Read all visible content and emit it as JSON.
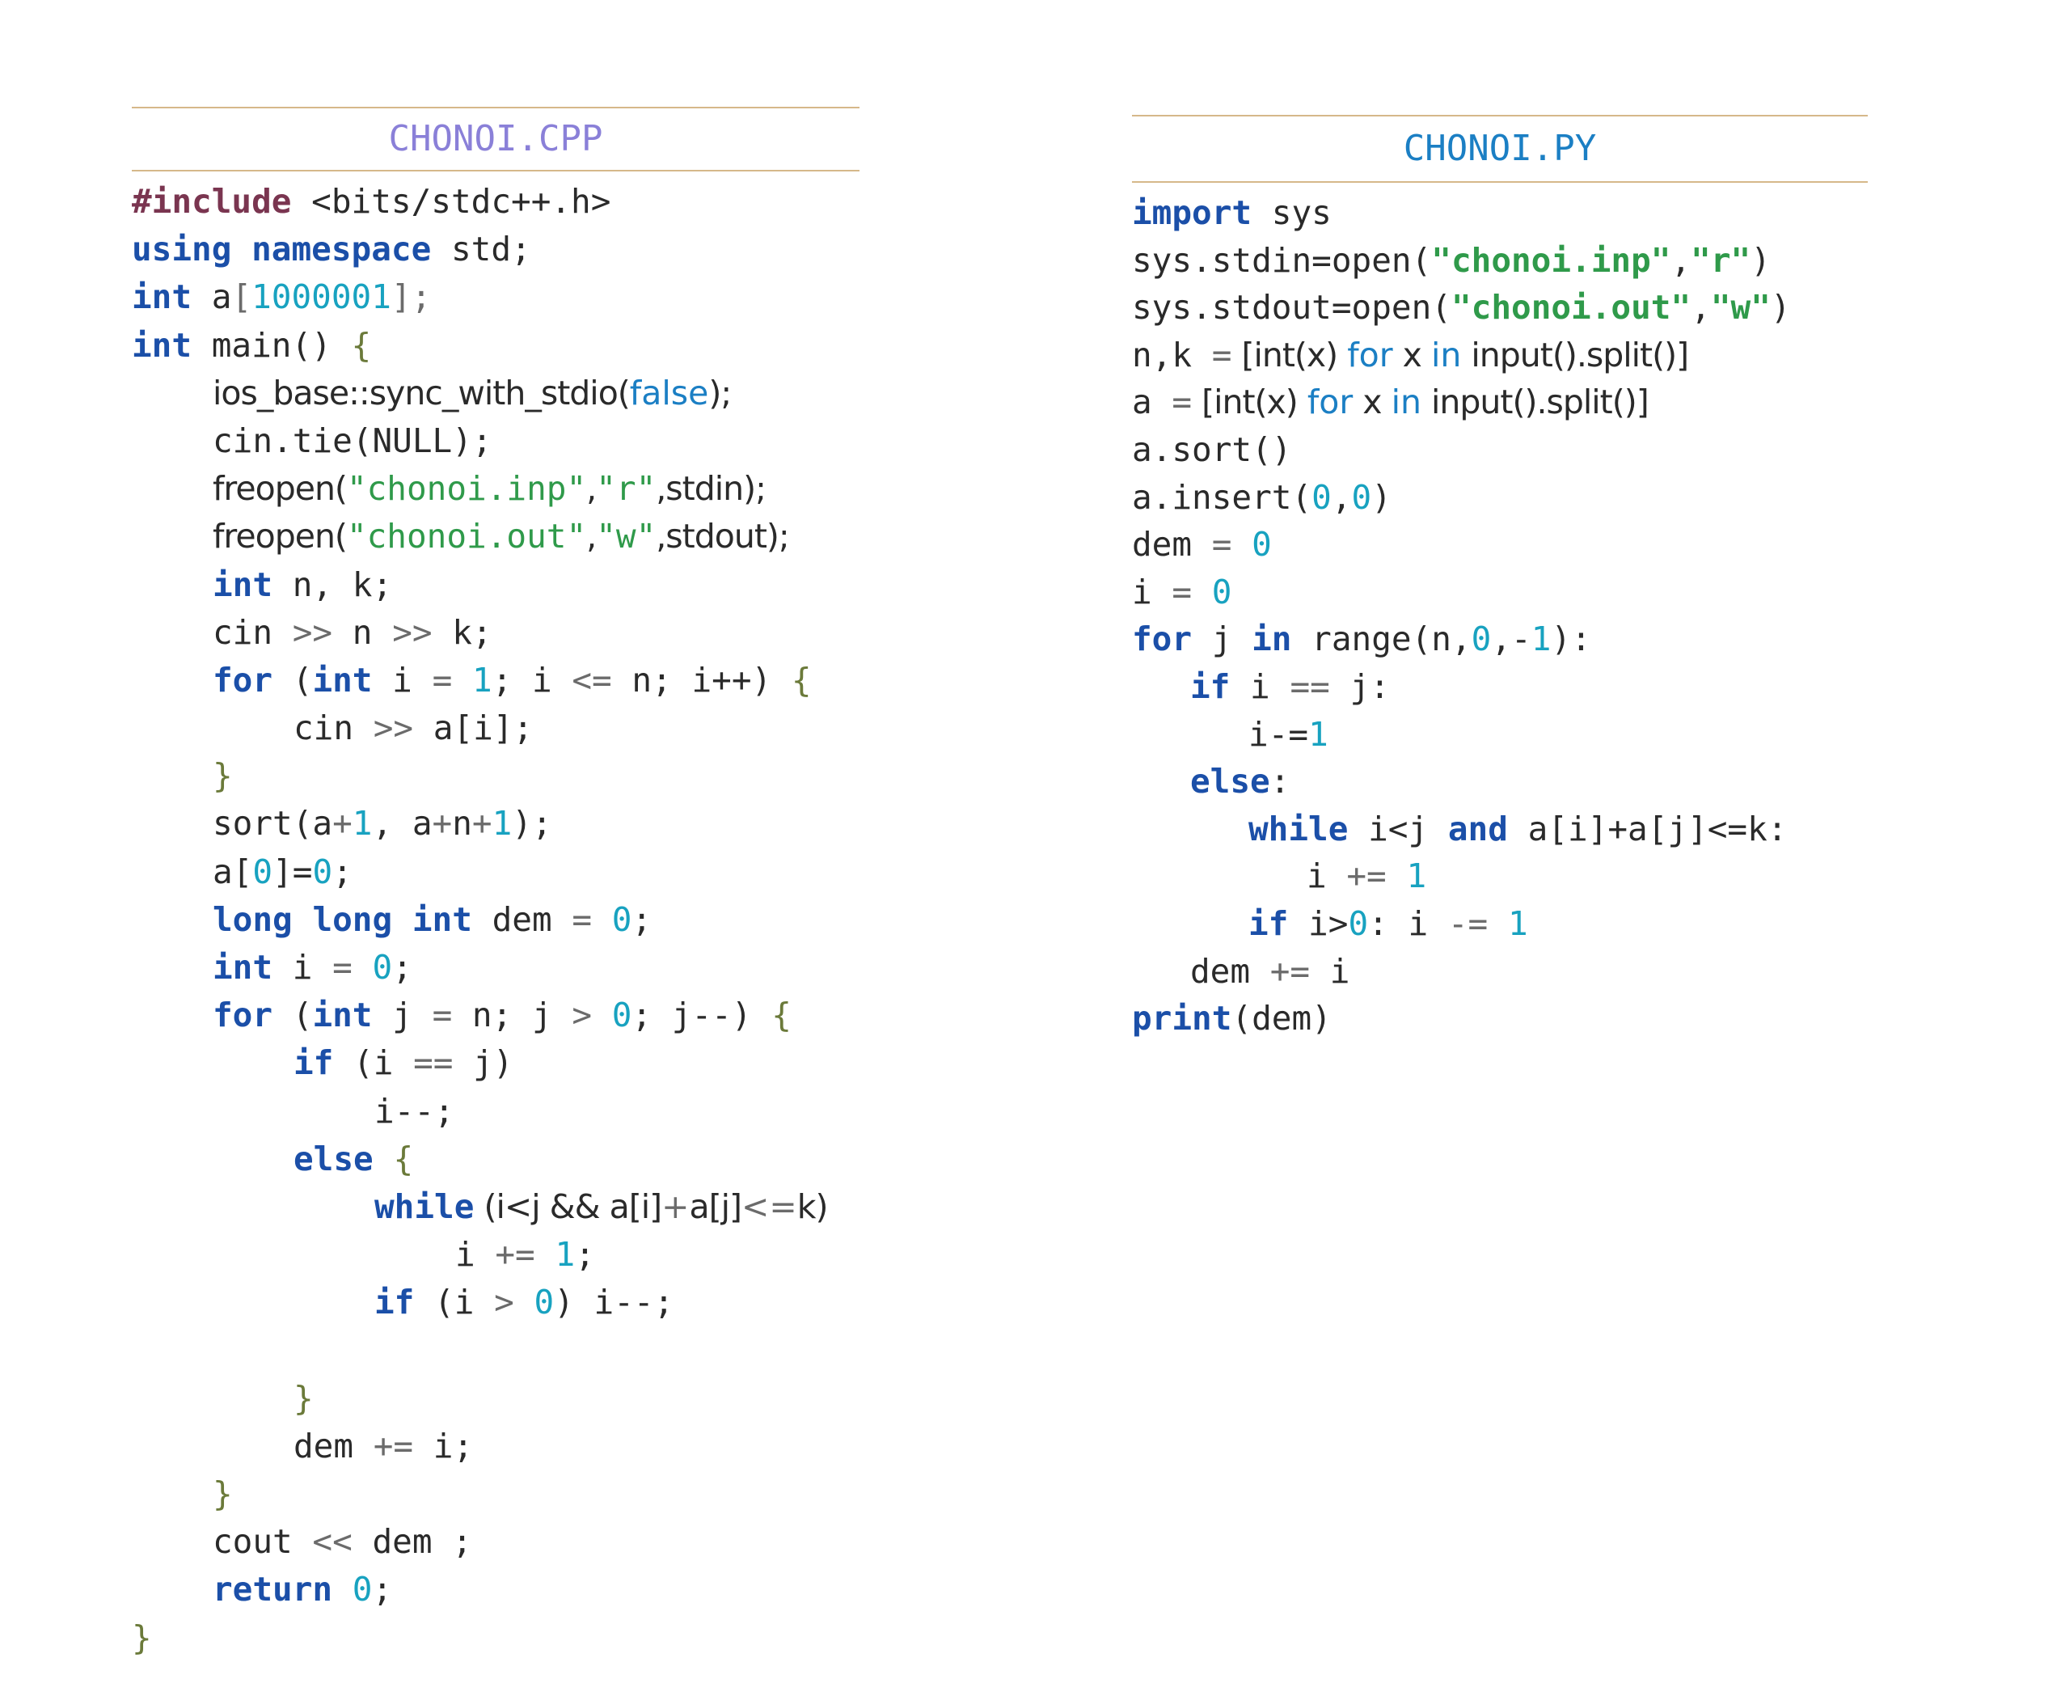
{
  "cpp": {
    "title": "CHONOI.CPP",
    "lines": [
      {
        "indent": 0,
        "tokens": [
          {
            "t": "#include",
            "c": "pp"
          },
          {
            "t": " <bits/stdc++.h>",
            "c": ""
          }
        ]
      },
      {
        "indent": 0,
        "tokens": [
          {
            "t": "using",
            "c": "kw"
          },
          {
            "t": " ",
            "c": ""
          },
          {
            "t": "namespace",
            "c": "kw"
          },
          {
            "t": " std;",
            "c": ""
          }
        ]
      },
      {
        "indent": 0,
        "tokens": [
          {
            "t": "int",
            "c": "kw"
          },
          {
            "t": " a",
            "c": ""
          },
          {
            "t": "[",
            "c": "op"
          },
          {
            "t": "1000001",
            "c": "num"
          },
          {
            "t": "];",
            "c": "op"
          }
        ]
      },
      {
        "indent": 0,
        "tokens": [
          {
            "t": "int",
            "c": "kw"
          },
          {
            "t": " main() ",
            "c": ""
          },
          {
            "t": "{",
            "c": "brace"
          }
        ]
      },
      {
        "indent": 1,
        "tokens": [
          {
            "t": "ios_base::sync_with_stdio(",
            "c": "sans"
          },
          {
            "t": "false",
            "c": "kwl"
          },
          {
            "t": ");",
            "c": "sans"
          }
        ]
      },
      {
        "indent": 1,
        "tokens": [
          {
            "t": "cin.tie(NULL);",
            "c": ""
          }
        ]
      },
      {
        "indent": 1,
        "tokens": [
          {
            "t": "freopen(",
            "c": "sans"
          },
          {
            "t": "\"chonoi.inp\"",
            "c": "str"
          },
          {
            "t": ",",
            "c": "sans"
          },
          {
            "t": "\"r\"",
            "c": "str"
          },
          {
            "t": ",stdin);",
            "c": "sans"
          }
        ]
      },
      {
        "indent": 1,
        "tokens": [
          {
            "t": "freopen(",
            "c": "sans"
          },
          {
            "t": "\"chonoi.out\"",
            "c": "str"
          },
          {
            "t": ",",
            "c": "sans"
          },
          {
            "t": "\"w\"",
            "c": "str"
          },
          {
            "t": ",stdout);",
            "c": "sans"
          }
        ]
      },
      {
        "indent": 1,
        "tokens": [
          {
            "t": "int",
            "c": "kw"
          },
          {
            "t": " n, k;",
            "c": ""
          }
        ]
      },
      {
        "indent": 1,
        "tokens": [
          {
            "t": "cin ",
            "c": ""
          },
          {
            "t": ">>",
            "c": "op"
          },
          {
            "t": " n ",
            "c": ""
          },
          {
            "t": ">>",
            "c": "op"
          },
          {
            "t": " k;",
            "c": ""
          }
        ]
      },
      {
        "indent": 1,
        "tokens": [
          {
            "t": "for",
            "c": "kw"
          },
          {
            "t": " (",
            "c": ""
          },
          {
            "t": "int",
            "c": "kw"
          },
          {
            "t": " i ",
            "c": ""
          },
          {
            "t": "=",
            "c": "op"
          },
          {
            "t": " ",
            "c": ""
          },
          {
            "t": "1",
            "c": "num"
          },
          {
            "t": "; i ",
            "c": ""
          },
          {
            "t": "<=",
            "c": "op"
          },
          {
            "t": " n; i++) ",
            "c": ""
          },
          {
            "t": "{",
            "c": "brace"
          }
        ]
      },
      {
        "indent": 2,
        "tokens": [
          {
            "t": "cin ",
            "c": ""
          },
          {
            "t": ">>",
            "c": "op"
          },
          {
            "t": " a[i];",
            "c": ""
          }
        ]
      },
      {
        "indent": 1,
        "tokens": [
          {
            "t": "}",
            "c": "brace"
          }
        ]
      },
      {
        "indent": 1,
        "tokens": [
          {
            "t": "sort(a",
            "c": ""
          },
          {
            "t": "+",
            "c": "op"
          },
          {
            "t": "1",
            "c": "num"
          },
          {
            "t": ", a",
            "c": ""
          },
          {
            "t": "+",
            "c": "op"
          },
          {
            "t": "n",
            "c": ""
          },
          {
            "t": "+",
            "c": "op"
          },
          {
            "t": "1",
            "c": "num"
          },
          {
            "t": ");",
            "c": ""
          }
        ]
      },
      {
        "indent": 1,
        "tokens": [
          {
            "t": "a[",
            "c": ""
          },
          {
            "t": "0",
            "c": "num"
          },
          {
            "t": "]=",
            "c": ""
          },
          {
            "t": "0",
            "c": "num"
          },
          {
            "t": ";",
            "c": ""
          }
        ]
      },
      {
        "indent": 1,
        "tokens": [
          {
            "t": "long",
            "c": "kw"
          },
          {
            "t": " ",
            "c": ""
          },
          {
            "t": "long",
            "c": "kw"
          },
          {
            "t": " ",
            "c": ""
          },
          {
            "t": "int",
            "c": "kw"
          },
          {
            "t": " dem ",
            "c": ""
          },
          {
            "t": "=",
            "c": "op"
          },
          {
            "t": " ",
            "c": ""
          },
          {
            "t": "0",
            "c": "num"
          },
          {
            "t": ";",
            "c": ""
          }
        ]
      },
      {
        "indent": 1,
        "tokens": [
          {
            "t": "int",
            "c": "kw"
          },
          {
            "t": " i ",
            "c": ""
          },
          {
            "t": "=",
            "c": "op"
          },
          {
            "t": " ",
            "c": ""
          },
          {
            "t": "0",
            "c": "num"
          },
          {
            "t": ";",
            "c": ""
          }
        ]
      },
      {
        "indent": 1,
        "tokens": [
          {
            "t": "for",
            "c": "kw"
          },
          {
            "t": " (",
            "c": ""
          },
          {
            "t": "int",
            "c": "kw"
          },
          {
            "t": " j ",
            "c": ""
          },
          {
            "t": "=",
            "c": "op"
          },
          {
            "t": " n; j ",
            "c": ""
          },
          {
            "t": ">",
            "c": "op"
          },
          {
            "t": " ",
            "c": ""
          },
          {
            "t": "0",
            "c": "num"
          },
          {
            "t": "; j--) ",
            "c": ""
          },
          {
            "t": "{",
            "c": "brace"
          }
        ]
      },
      {
        "indent": 2,
        "tokens": [
          {
            "t": "if",
            "c": "kw"
          },
          {
            "t": " (i ",
            "c": ""
          },
          {
            "t": "==",
            "c": "op"
          },
          {
            "t": " j)",
            "c": ""
          }
        ]
      },
      {
        "indent": 3,
        "tokens": [
          {
            "t": "i--;",
            "c": ""
          }
        ]
      },
      {
        "indent": 2,
        "tokens": [
          {
            "t": "else",
            "c": "kw"
          },
          {
            "t": " ",
            "c": ""
          },
          {
            "t": "{",
            "c": "brace"
          }
        ]
      },
      {
        "indent": 3,
        "tokens": [
          {
            "t": "while",
            "c": "kw"
          },
          {
            "t": " (i<j && a[i]",
            "c": "sans"
          },
          {
            "t": "+",
            "c": "sansop"
          },
          {
            "t": "a[j]",
            "c": "sans"
          },
          {
            "t": "<=",
            "c": "sansop"
          },
          {
            "t": "k)",
            "c": "sans"
          }
        ]
      },
      {
        "indent": 4,
        "tokens": [
          {
            "t": "i ",
            "c": ""
          },
          {
            "t": "+=",
            "c": "op"
          },
          {
            "t": " ",
            "c": ""
          },
          {
            "t": "1",
            "c": "num"
          },
          {
            "t": ";",
            "c": ""
          }
        ]
      },
      {
        "indent": 3,
        "tokens": [
          {
            "t": "if",
            "c": "kw"
          },
          {
            "t": " (i ",
            "c": ""
          },
          {
            "t": ">",
            "c": "op"
          },
          {
            "t": " ",
            "c": ""
          },
          {
            "t": "0",
            "c": "num"
          },
          {
            "t": ") i--;",
            "c": ""
          }
        ]
      },
      {
        "indent": 0,
        "tokens": []
      },
      {
        "indent": 2,
        "tokens": [
          {
            "t": "}",
            "c": "brace"
          }
        ]
      },
      {
        "indent": 2,
        "tokens": [
          {
            "t": "dem ",
            "c": ""
          },
          {
            "t": "+=",
            "c": "op"
          },
          {
            "t": " i;",
            "c": ""
          }
        ]
      },
      {
        "indent": 1,
        "tokens": [
          {
            "t": "}",
            "c": "brace"
          }
        ]
      },
      {
        "indent": 1,
        "tokens": [
          {
            "t": "cout ",
            "c": ""
          },
          {
            "t": "<<",
            "c": "op"
          },
          {
            "t": " dem ;",
            "c": ""
          }
        ]
      },
      {
        "indent": 1,
        "tokens": [
          {
            "t": "return",
            "c": "kw"
          },
          {
            "t": " ",
            "c": ""
          },
          {
            "t": "0",
            "c": "num"
          },
          {
            "t": ";",
            "c": ""
          }
        ]
      },
      {
        "indent": 0,
        "tokens": [
          {
            "t": "}",
            "c": "brace"
          }
        ]
      }
    ]
  },
  "py": {
    "title": "CHONOI.PY",
    "lines": [
      {
        "indent": 0,
        "tokens": [
          {
            "t": "import",
            "c": "kw"
          },
          {
            "t": " sys",
            "c": ""
          }
        ]
      },
      {
        "indent": 0,
        "tokens": [
          {
            "t": "sys.stdin=open(",
            "c": ""
          },
          {
            "t": "\"chonoi.inp\"",
            "c": "strb"
          },
          {
            "t": ",",
            "c": ""
          },
          {
            "t": "\"r\"",
            "c": "strb"
          },
          {
            "t": ")",
            "c": ""
          }
        ]
      },
      {
        "indent": 0,
        "tokens": [
          {
            "t": "sys.stdout=open(",
            "c": ""
          },
          {
            "t": "\"chonoi.out\"",
            "c": "strb"
          },
          {
            "t": ",",
            "c": ""
          },
          {
            "t": "\"w\"",
            "c": "strb"
          },
          {
            "t": ")",
            "c": ""
          }
        ]
      },
      {
        "indent": 0,
        "tokens": [
          {
            "t": "n,k ",
            "c": ""
          },
          {
            "t": "=",
            "c": "op"
          },
          {
            "t": " [int(x) ",
            "c": "sans"
          },
          {
            "t": "for",
            "c": "kwl"
          },
          {
            "t": " x ",
            "c": "sans"
          },
          {
            "t": "in",
            "c": "kwl"
          },
          {
            "t": " input().split()]",
            "c": "sans"
          }
        ]
      },
      {
        "indent": 0,
        "tokens": [
          {
            "t": "a ",
            "c": ""
          },
          {
            "t": "=",
            "c": "op"
          },
          {
            "t": " [int(x) ",
            "c": "sans"
          },
          {
            "t": "for",
            "c": "kwl"
          },
          {
            "t": " x ",
            "c": "sans"
          },
          {
            "t": "in",
            "c": "kwl"
          },
          {
            "t": " input().split()]",
            "c": "sans"
          }
        ]
      },
      {
        "indent": 0,
        "tokens": [
          {
            "t": "a.sort()",
            "c": ""
          }
        ]
      },
      {
        "indent": 0,
        "tokens": [
          {
            "t": "a.insert(",
            "c": ""
          },
          {
            "t": "0",
            "c": "num"
          },
          {
            "t": ",",
            "c": ""
          },
          {
            "t": "0",
            "c": "num"
          },
          {
            "t": ")",
            "c": ""
          }
        ]
      },
      {
        "indent": 0,
        "tokens": [
          {
            "t": "dem ",
            "c": ""
          },
          {
            "t": "=",
            "c": "op"
          },
          {
            "t": " ",
            "c": ""
          },
          {
            "t": "0",
            "c": "num"
          }
        ]
      },
      {
        "indent": 0,
        "tokens": [
          {
            "t": "i ",
            "c": ""
          },
          {
            "t": "=",
            "c": "op"
          },
          {
            "t": " ",
            "c": ""
          },
          {
            "t": "0",
            "c": "num"
          }
        ]
      },
      {
        "indent": 0,
        "tokens": [
          {
            "t": "for",
            "c": "kw"
          },
          {
            "t": " j ",
            "c": ""
          },
          {
            "t": "in",
            "c": "kw"
          },
          {
            "t": " range(n,",
            "c": ""
          },
          {
            "t": "0",
            "c": "num"
          },
          {
            "t": ",-",
            "c": ""
          },
          {
            "t": "1",
            "c": "num"
          },
          {
            "t": "):",
            "c": ""
          }
        ]
      },
      {
        "indent": 1,
        "tokens": [
          {
            "t": "if",
            "c": "kw"
          },
          {
            "t": " i ",
            "c": ""
          },
          {
            "t": "==",
            "c": "op"
          },
          {
            "t": " j:",
            "c": ""
          }
        ]
      },
      {
        "indent": 2,
        "tokens": [
          {
            "t": "i-=",
            "c": ""
          },
          {
            "t": "1",
            "c": "num"
          }
        ]
      },
      {
        "indent": 1,
        "tokens": [
          {
            "t": "else",
            "c": "kw"
          },
          {
            "t": ":",
            "c": ""
          }
        ]
      },
      {
        "indent": 2,
        "tokens": [
          {
            "t": "while",
            "c": "kw"
          },
          {
            "t": " i<j ",
            "c": ""
          },
          {
            "t": "and",
            "c": "kw"
          },
          {
            "t": " a[i]+a[j]<=k:",
            "c": ""
          }
        ]
      },
      {
        "indent": 3,
        "tokens": [
          {
            "t": "i ",
            "c": ""
          },
          {
            "t": "+=",
            "c": "op"
          },
          {
            "t": " ",
            "c": ""
          },
          {
            "t": "1",
            "c": "num"
          }
        ]
      },
      {
        "indent": 2,
        "tokens": [
          {
            "t": "if",
            "c": "kw"
          },
          {
            "t": " i>",
            "c": ""
          },
          {
            "t": "0",
            "c": "num"
          },
          {
            "t": ": i ",
            "c": ""
          },
          {
            "t": "-=",
            "c": "op"
          },
          {
            "t": " ",
            "c": ""
          },
          {
            "t": "1",
            "c": "num"
          }
        ]
      },
      {
        "indent": 1,
        "tokens": [
          {
            "t": "dem ",
            "c": ""
          },
          {
            "t": "+=",
            "c": "op"
          },
          {
            "t": " i",
            "c": ""
          }
        ]
      },
      {
        "indent": 0,
        "tokens": [
          {
            "t": "print",
            "c": "kw"
          },
          {
            "t": "(dem)",
            "c": ""
          }
        ]
      }
    ]
  }
}
